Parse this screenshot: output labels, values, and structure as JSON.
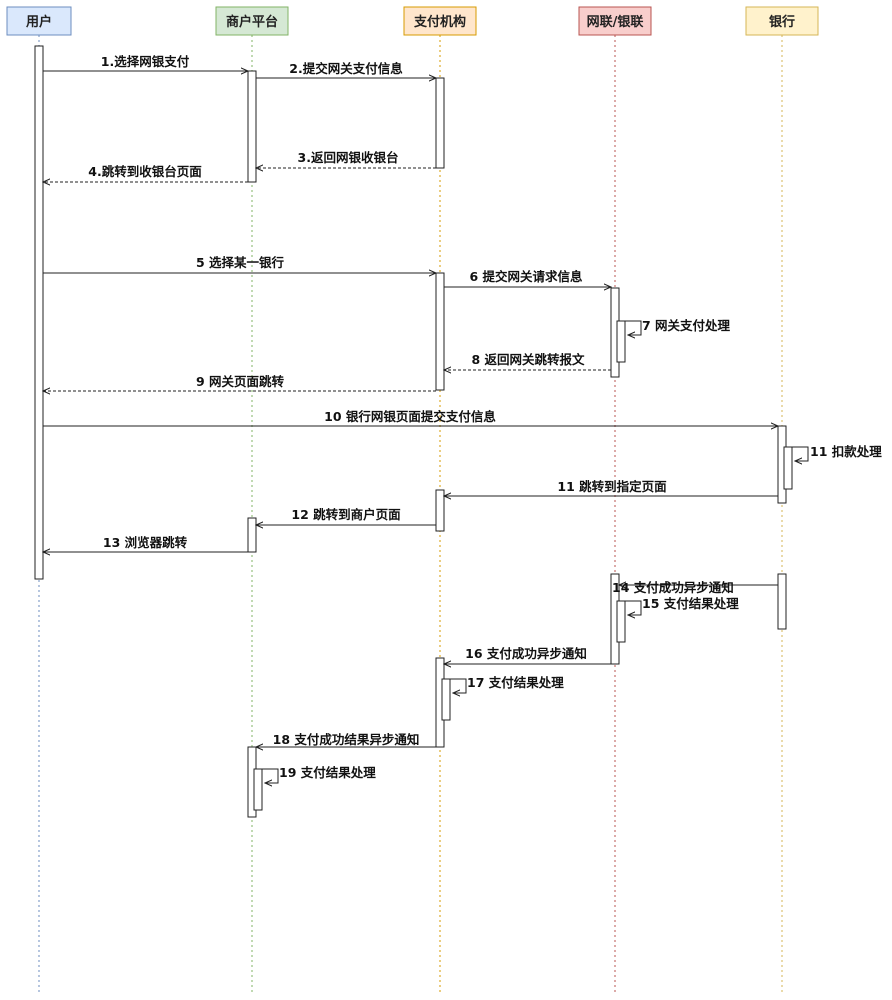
{
  "participants": [
    {
      "id": "user",
      "label": "用户",
      "fill": "#dae8fc",
      "stroke": "#6c8ebf"
    },
    {
      "id": "merchant",
      "label": "商户平台",
      "fill": "#d5e8d4",
      "stroke": "#82b366"
    },
    {
      "id": "payorg",
      "label": "支付机构",
      "fill": "#ffe6cc",
      "stroke": "#d79b00"
    },
    {
      "id": "netunion",
      "label": "网联/银联",
      "fill": "#f8cecc",
      "stroke": "#b85450"
    },
    {
      "id": "bank",
      "label": "银行",
      "fill": "#fff2cc",
      "stroke": "#d6b656"
    }
  ],
  "messages": [
    {
      "label": "1.选择网银支付"
    },
    {
      "label": "2.提交网关支付信息"
    },
    {
      "label": "3.返回网银收银台"
    },
    {
      "label": "4.跳转到收银台页面"
    },
    {
      "label": "5 选择某一银行"
    },
    {
      "label": "6 提交网关请求信息"
    },
    {
      "label": "7 网关支付处理"
    },
    {
      "label": "8 返回网关跳转报文"
    },
    {
      "label": "9 网关页面跳转"
    },
    {
      "label": "10 银行网银页面提交支付信息"
    },
    {
      "label": "11 扣款处理"
    },
    {
      "label": "11 跳转到指定页面"
    },
    {
      "label": "12 跳转到商户页面"
    },
    {
      "label": "13 浏览器跳转"
    },
    {
      "label": "14 支付成功异步通知"
    },
    {
      "label": "15 支付结果处理"
    },
    {
      "label": "16 支付成功异步通知"
    },
    {
      "label": "17 支付结果处理"
    },
    {
      "label": "18 支付成功结果异步通知"
    },
    {
      "label": "19 支付结果处理"
    }
  ]
}
